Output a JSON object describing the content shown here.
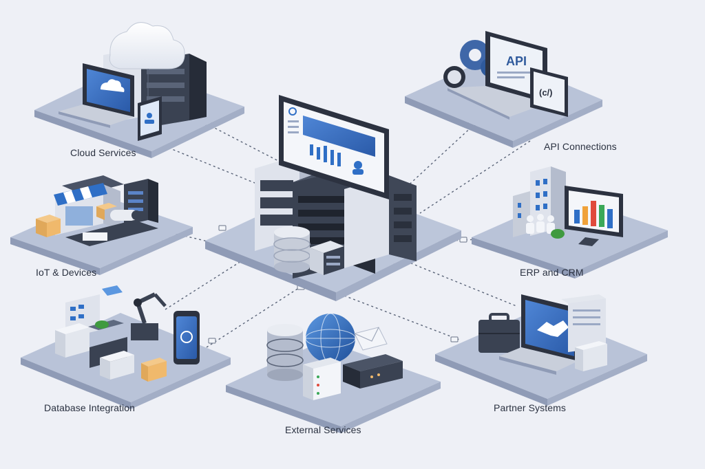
{
  "nodes": {
    "cloud": {
      "label": "Cloud Services"
    },
    "api": {
      "label": "API Connections",
      "screen_text": "API",
      "tablet_text": "(c/)"
    },
    "iot": {
      "label": "IoT & Devices"
    },
    "erp": {
      "label": "ERP and CRM"
    },
    "database": {
      "label": "Database Integration"
    },
    "partner": {
      "label": "Partner Systems"
    },
    "external": {
      "label": "External Services"
    }
  },
  "colors": {
    "background": "#eef0f6",
    "platform_top": "#b9c3d8",
    "platform_side": "#8f9bb6",
    "accent_blue": "#2f6fc6",
    "dark_server": "#3a4252",
    "light_server": "#dfe3ec",
    "connector": "#5a6478"
  }
}
